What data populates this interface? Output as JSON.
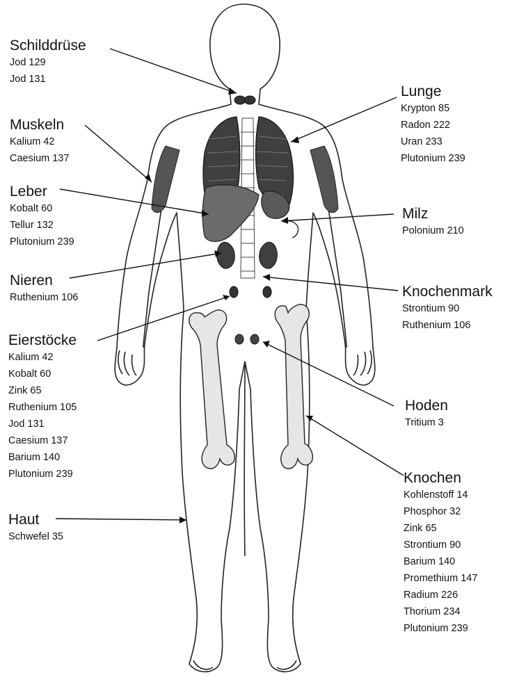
{
  "organs": [
    {
      "key": "schilddruese",
      "title": "Schilddrüse",
      "isotopes": [
        "Jod 129",
        "Jod 131"
      ]
    },
    {
      "key": "muskeln",
      "title": "Muskeln",
      "isotopes": [
        "Kalium 42",
        "Caesium 137"
      ]
    },
    {
      "key": "leber",
      "title": "Leber",
      "isotopes": [
        "Kobalt 60",
        "Tellur 132",
        "Plutonium 239"
      ]
    },
    {
      "key": "nieren",
      "title": "Nieren",
      "isotopes": [
        "Ruthenium 106"
      ]
    },
    {
      "key": "eierstoecke",
      "title": "Eierstöcke",
      "isotopes": [
        "Kalium 42",
        "Kobalt 60",
        "Zink 65",
        "Ruthenium 105",
        "Jod 131",
        "Caesium 137",
        "Barium 140",
        "Plutonium 239"
      ]
    },
    {
      "key": "haut",
      "title": "Haut",
      "isotopes": [
        "Schwefel 35"
      ]
    },
    {
      "key": "lunge",
      "title": "Lunge",
      "isotopes": [
        "Krypton 85",
        "Radon 222",
        "Uran 233",
        "Plutonium 239"
      ]
    },
    {
      "key": "milz",
      "title": "Milz",
      "isotopes": [
        "Polonium 210"
      ]
    },
    {
      "key": "knochenmark",
      "title": "Knochenmark",
      "isotopes": [
        "Strontium 90",
        "Ruthenium 106"
      ]
    },
    {
      "key": "hoden",
      "title": "Hoden",
      "isotopes": [
        "Tritium 3"
      ]
    },
    {
      "key": "knochen",
      "title": "Knochen",
      "isotopes": [
        "Kohlenstoff 14",
        "Phosphor 32",
        "Zink 65",
        "Strontium 90",
        "Barium 140",
        "Promethium 147",
        "Radium 226",
        "Thorium 234",
        "Plutonium 239"
      ]
    }
  ]
}
